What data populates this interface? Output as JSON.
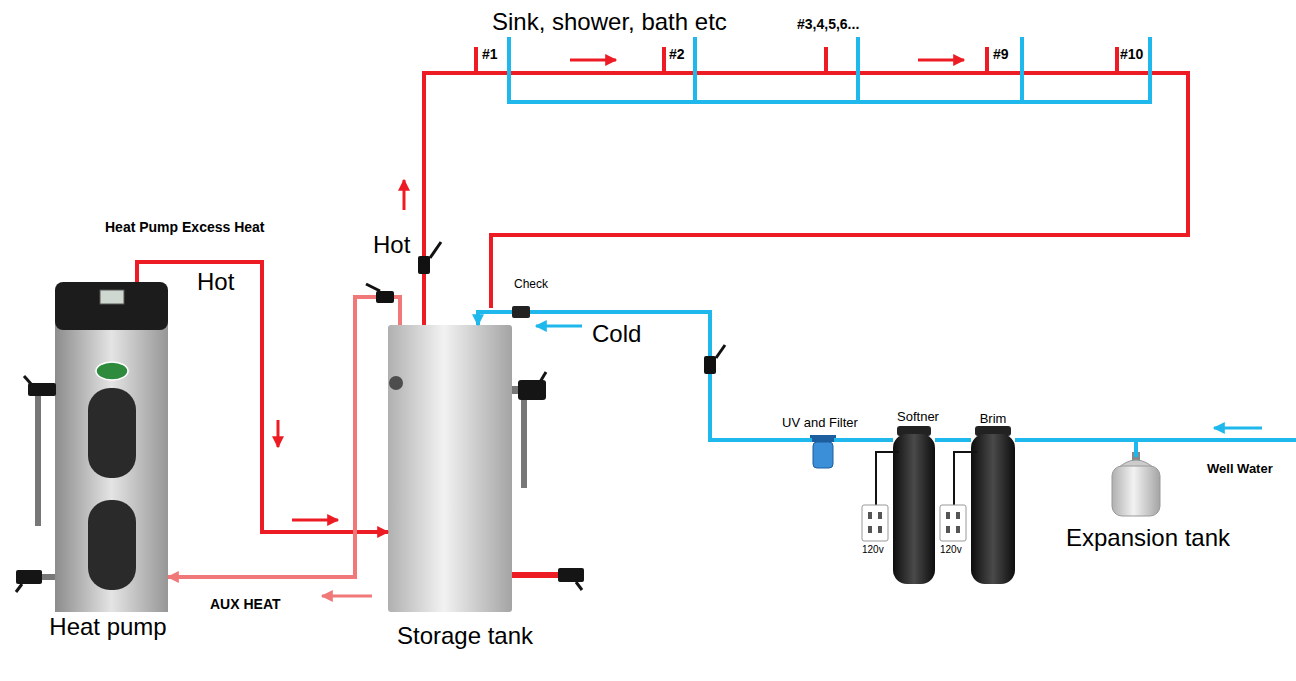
{
  "diagram": {
    "nodes": [
      {
        "text": [
          "Heat pump"
        ]
      },
      {
        "text": [
          "Storage tank"
        ]
      },
      {
        "text": [
          "UV and Filter"
        ]
      },
      {
        "text": [
          "Softner"
        ]
      },
      {
        "text": [
          "Brim"
        ]
      },
      {
        "text": [
          "Expansion tank"
        ]
      }
    ],
    "edges": [
      {
        "from": 0,
        "to": 1,
        "arrow": "to",
        "label": "Hot"
      },
      {
        "from": 1,
        "to": 0,
        "arrow": "to",
        "label": "AUX HEAT"
      },
      {
        "from": 5,
        "to": 4,
        "arrow": "none"
      },
      {
        "from": 4,
        "to": 3,
        "arrow": "none"
      },
      {
        "from": 3,
        "to": 2,
        "arrow": "none"
      },
      {
        "from": 2,
        "to": 1,
        "arrow": "to",
        "label": "Cold"
      }
    ],
    "labels": [
      "Sink, shower, bath etc",
      "#1",
      "#2",
      "#3,4,5,6...",
      "#9",
      "#10",
      "Heat Pump Excess Heat",
      "Hot",
      "Check",
      "120v",
      "120v",
      "Well Water"
    ]
  }
}
